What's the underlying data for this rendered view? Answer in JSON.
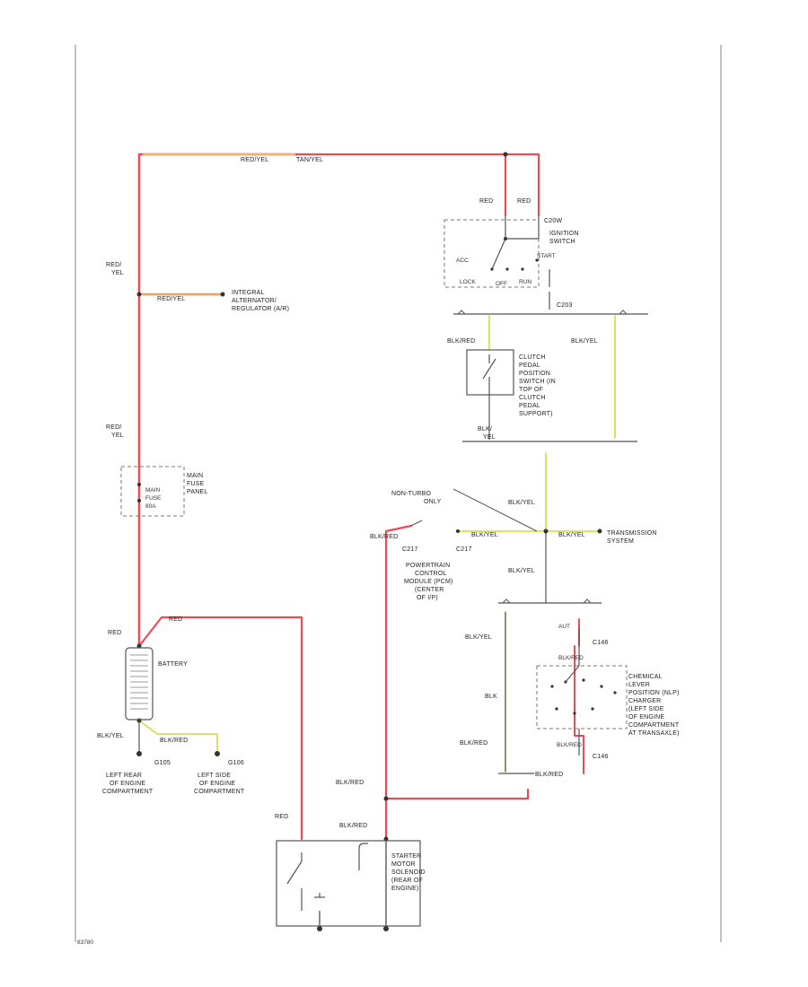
{
  "colors": {
    "red": "#ee4b55",
    "red_orange": "#f4a060",
    "yellow_green": "#d8e050",
    "dark": "#333333",
    "frame": "#888888"
  },
  "labels": {
    "top_wire_left": "RED/YEL",
    "top_wire_right": "TAN/YEL",
    "sw_wire_left": "RED",
    "sw_wire_right": "RED",
    "ign_switch": [
      "IGNITION",
      "SWITCH"
    ],
    "sw_conn": "C20W",
    "sw_acc": "ACC",
    "sw_start": "START",
    "sw_lock": "LOCK",
    "sw_off": "OFF",
    "sw_run": "RUN",
    "c203": "C203",
    "red_yel_1": [
      "RED/",
      "YEL"
    ],
    "alt_wire": "RED/YEL",
    "alternator": [
      "INTEGRAL",
      "ALTERNATOR/",
      "REGULATOR (A/R)"
    ],
    "clutch_in_wire": "BLK/RED",
    "clutch_out_wire": "BLK/YEL",
    "clutch_switch": [
      "CLUTCH",
      "PEDAL",
      "POSITION",
      "SWITCH (IN",
      "TOP OF",
      "CLUTCH",
      "PEDAL",
      "SUPPORT)"
    ],
    "blk_yel_lbl": [
      "BLK/",
      "YEL"
    ],
    "red_yel_2": [
      "RED/",
      "YEL"
    ],
    "fuse_panel": [
      "MAIN",
      "FUSE",
      "PANEL"
    ],
    "fuse_link": [
      "MAIN",
      "FUSE",
      "80A"
    ],
    "non_turbo": [
      "NON-TURBO",
      "ONLY"
    ],
    "pcm_left_wire": "BLK/RED",
    "c217a": "C217",
    "c217b": "C217",
    "pcm_out_wire": "BLK/YEL",
    "pcm": [
      "POWERTRAIN",
      "CONTROL",
      "MODULE (PCM)",
      "(CENTER",
      "OF I/P)"
    ],
    "trans_wire": "BLK/YEL",
    "transmission": [
      "TRANSMISSION",
      "SYSTEM"
    ],
    "blk_yel_v1": "BLK/YEL",
    "blk_yel_v2": "BLK/YEL",
    "blk_yel_v3": "BLK/YEL",
    "tr_aut": "AUT",
    "c146a": "C146",
    "c146b": "C146",
    "tr_blk_red": "BLK/RED",
    "tr_red_lbl": "BLK/RED",
    "tr_switch": [
      "CHEMICAL",
      "LEVER",
      "POSITION (NLP)",
      "CHARGER",
      "(LEFT SIDE",
      "OF ENGINE",
      "COMPARTMENT",
      "AT TRANSAXLE)"
    ],
    "blk": "BLK",
    "blk_red_low": "BLK/RED",
    "blk_red_bottom": "BLK/RED",
    "battery_red": "RED",
    "battery_red2": "RED",
    "battery": "BATTERY",
    "ground_wire_left": "BLK/YEL",
    "ground_wire_right": "BLK/RED",
    "g105": "G105",
    "g106": "G106",
    "ground_left": [
      "LEFT REAR",
      "OF ENGINE",
      "COMPARTMENT"
    ],
    "ground_right": [
      "LEFT SIDE",
      "OF ENGINE",
      "COMPARTMENT"
    ],
    "starter_red": "RED",
    "starter_blk_red": "BLK/RED",
    "blk_red_mid": "BLK/RED",
    "starter": [
      "STARTER",
      "MOTOR",
      "SOLENOID",
      "(REAR OF",
      "ENGINE)"
    ],
    "footer_id": "83780"
  }
}
